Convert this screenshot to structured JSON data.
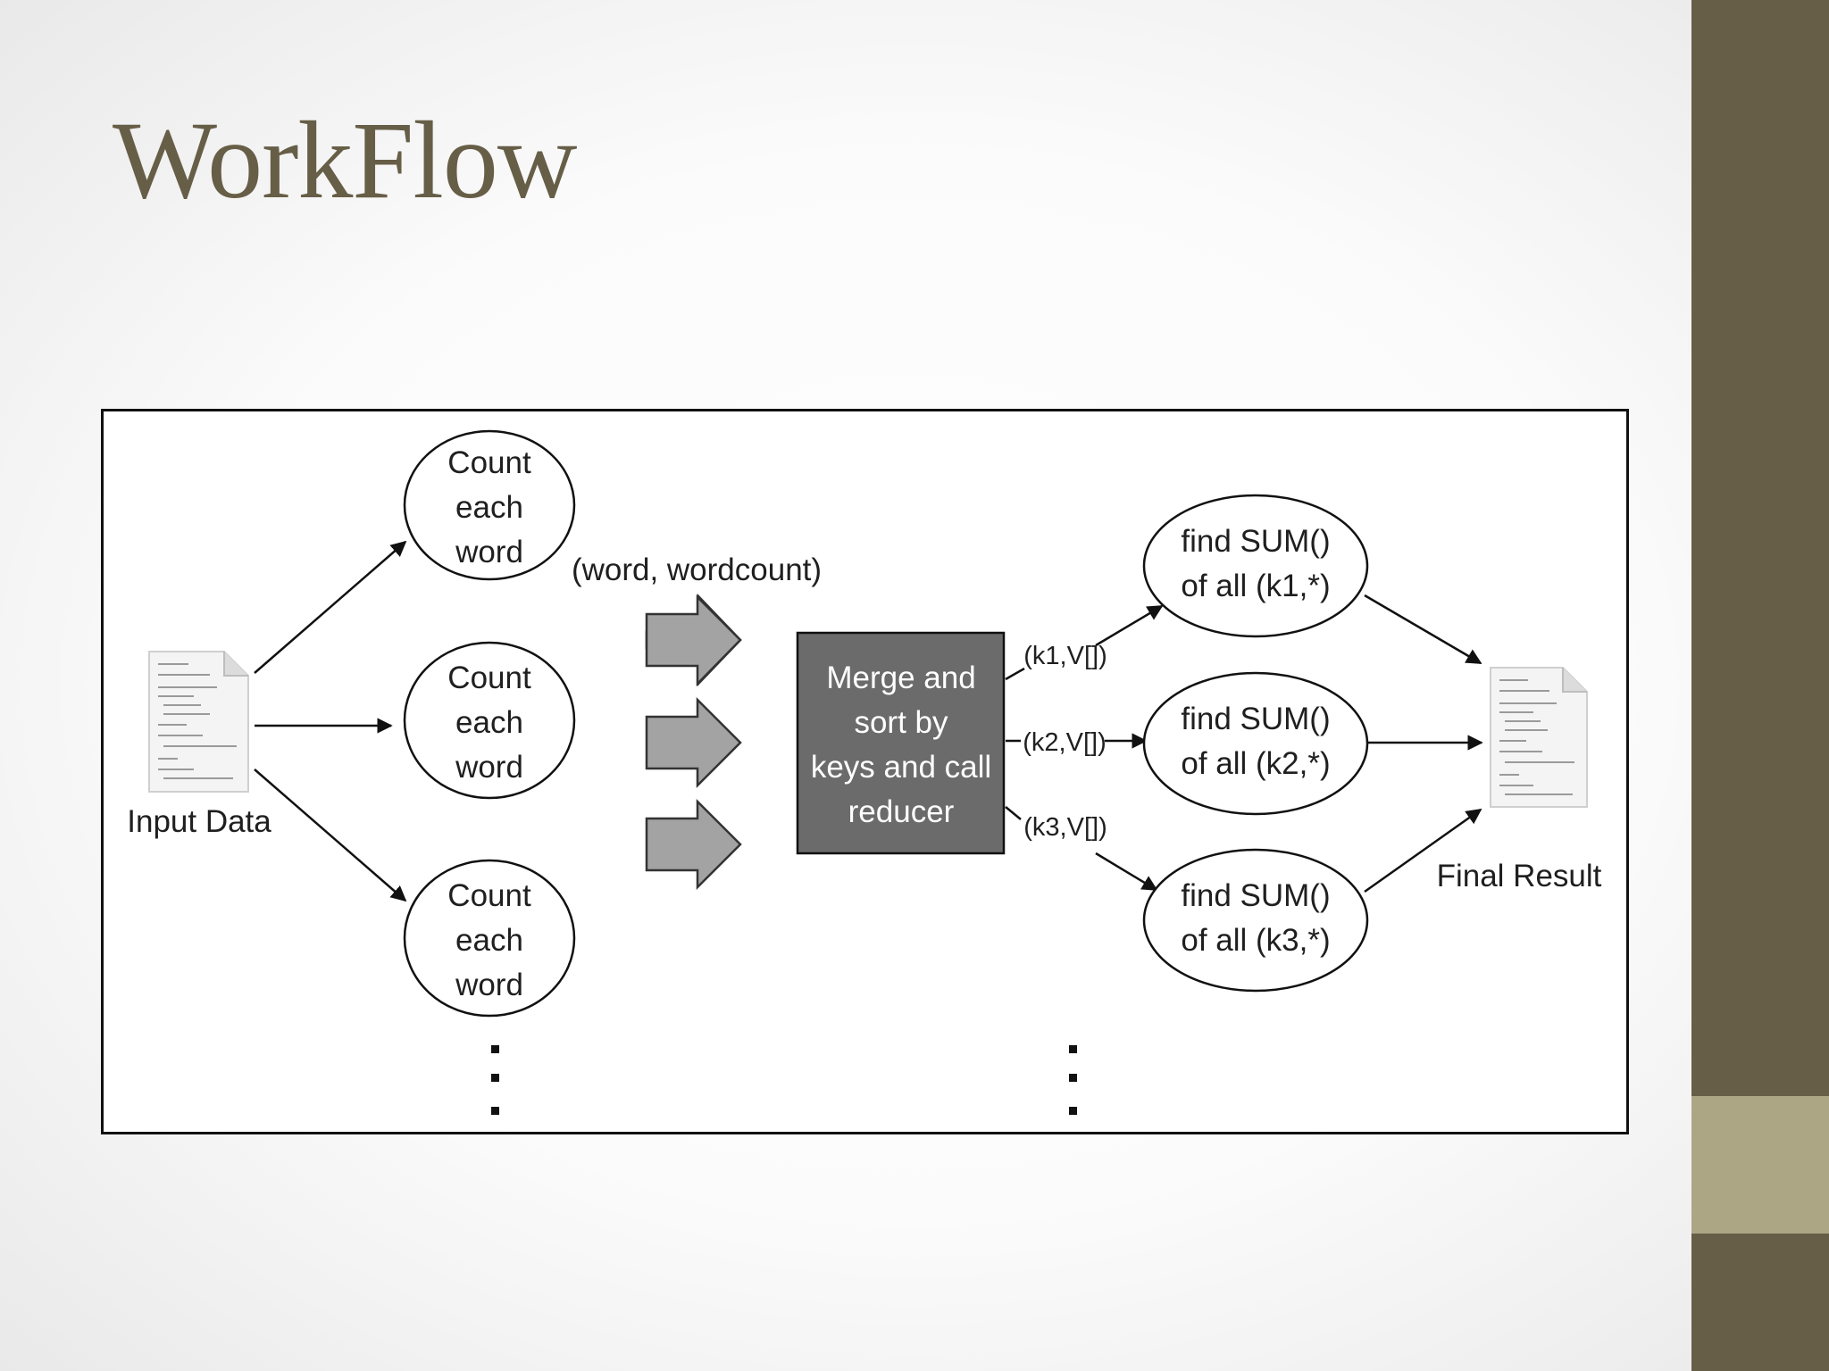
{
  "slide": {
    "title": "WorkFlow"
  },
  "theme": {
    "title_color": "#675e47",
    "sidebar_color": "#675e47",
    "accent_color": "#aca685"
  },
  "diagram": {
    "input_label": "Input Data",
    "mapper_lines": [
      "Count",
      "each",
      "word"
    ],
    "map_output_label": "(word, wordcount)",
    "merge_lines": [
      "Merge and",
      "sort by",
      "keys and call",
      "reducer"
    ],
    "keys": [
      "(k1,V[])",
      "(k2,V[])",
      "(k3,V[])"
    ],
    "reducers": [
      {
        "line1": "find SUM()",
        "line2": "of all (k1,*)"
      },
      {
        "line1": "find SUM()",
        "line2": "of all (k2,*)"
      },
      {
        "line1": "find SUM()",
        "line2": "of all (k3,*)"
      }
    ],
    "output_label": "Final Result",
    "icons": {
      "input": "document-icon",
      "output": "document-icon"
    }
  }
}
